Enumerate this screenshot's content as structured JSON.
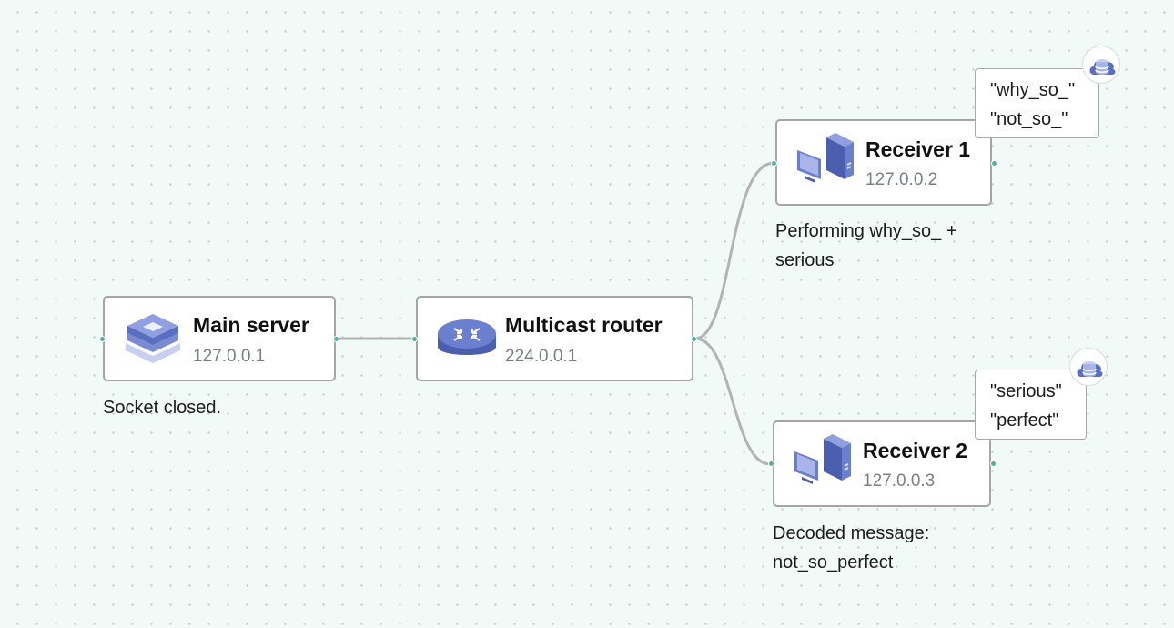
{
  "nodes": {
    "main_server": {
      "title": "Main server",
      "ip": "127.0.0.1",
      "caption": "Socket closed.",
      "icon": "server-stack-icon"
    },
    "router": {
      "title": "Multicast router",
      "ip": "224.0.0.1",
      "icon": "router-icon"
    },
    "receiver1": {
      "title": "Receiver 1",
      "ip": "127.0.0.2",
      "caption_lines": [
        "Performing why_so_ +",
        "serious"
      ],
      "buffer": [
        "\"why_so_\"",
        "\"not_so_\""
      ],
      "icon": "desktop-computer-icon"
    },
    "receiver2": {
      "title": "Receiver 2",
      "ip": "127.0.0.3",
      "caption_lines": [
        "Decoded message:",
        "not_so_perfect"
      ],
      "buffer": [
        "\"serious\"",
        "\"perfect\""
      ],
      "icon": "desktop-computer-icon"
    }
  },
  "badge_icon": "cloud-database-icon",
  "colors": {
    "background": "#f1faf6",
    "edge": "#b3b3b3",
    "port": "#4fb39f",
    "icon_primary": "#5a6fc0",
    "icon_light": "#a9b5ea"
  }
}
